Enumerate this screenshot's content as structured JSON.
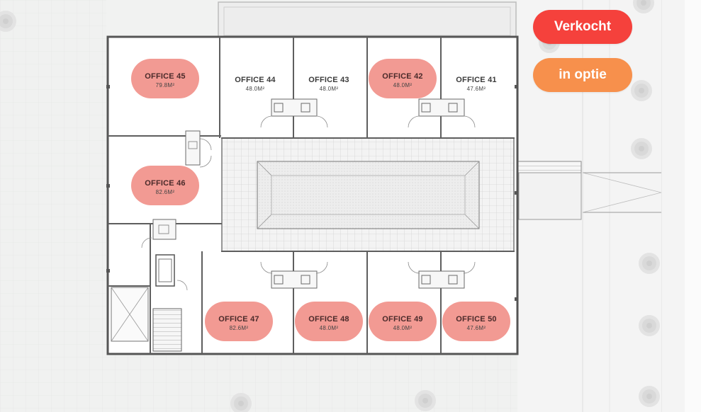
{
  "legend": {
    "sold_label": "Verkocht",
    "option_label": "in optie",
    "sold_color": "#f5413c",
    "option_color": "#f7904c"
  },
  "offices": [
    {
      "id": "45",
      "name": "OFFICE 45",
      "area": "79.8M²",
      "status": "sold"
    },
    {
      "id": "44",
      "name": "OFFICE 44",
      "area": "48.0M²",
      "status": "available"
    },
    {
      "id": "43",
      "name": "OFFICE 43",
      "area": "48.0M²",
      "status": "available"
    },
    {
      "id": "42",
      "name": "OFFICE 42",
      "area": "48.0M²",
      "status": "sold"
    },
    {
      "id": "41",
      "name": "OFFICE 41",
      "area": "47.6M²",
      "status": "available"
    },
    {
      "id": "46",
      "name": "OFFICE 46",
      "area": "82.6M²",
      "status": "sold"
    },
    {
      "id": "47",
      "name": "OFFICE 47",
      "area": "82.6M²",
      "status": "sold"
    },
    {
      "id": "48",
      "name": "OFFICE 48",
      "area": "48.0M²",
      "status": "sold"
    },
    {
      "id": "49",
      "name": "OFFICE 49",
      "area": "48.0M²",
      "status": "sold"
    },
    {
      "id": "50",
      "name": "OFFICE 50",
      "area": "47.6M²",
      "status": "sold"
    }
  ],
  "colors": {
    "sold_pill": "#f29a93",
    "wall": "#6a6a6a",
    "background": "#f1f2f1"
  }
}
